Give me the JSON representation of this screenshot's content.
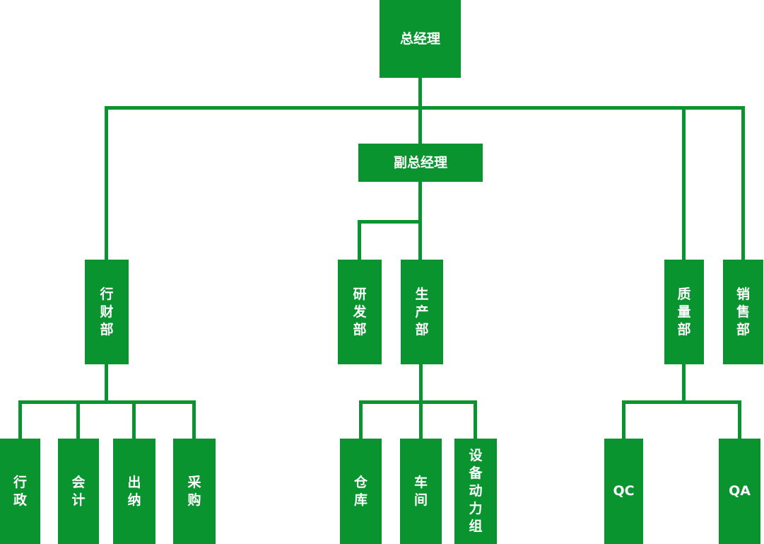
{
  "diagram": {
    "type": "org-chart",
    "accent_color": "#0A9430",
    "text_color": "#FFFFFF",
    "hierarchy": {
      "label": "总经理",
      "children": [
        {
          "label": "行财部",
          "children": [
            {
              "label": "行政"
            },
            {
              "label": "会计"
            },
            {
              "label": "出纳"
            },
            {
              "label": "采购"
            }
          ]
        },
        {
          "label": "副总经理",
          "children": [
            {
              "label": "研发部"
            },
            {
              "label": "生产部",
              "children": [
                {
                  "label": "仓库"
                },
                {
                  "label": "车间"
                },
                {
                  "label": "设备动力组"
                }
              ]
            }
          ]
        },
        {
          "label": "质量部",
          "children": [
            {
              "label": "QC"
            },
            {
              "label": "QA"
            }
          ]
        },
        {
          "label": "销售部"
        }
      ]
    }
  },
  "nodes": {
    "general_manager": "总经理",
    "deputy_general_manager": "副总经理",
    "admin_finance_dept": "行财部",
    "rd_dept": "研发部",
    "production_dept": "生产部",
    "quality_dept": "质量部",
    "sales_dept": "销售部",
    "admin": "行政",
    "accounting": "会计",
    "cashier": "出纳",
    "purchasing": "采购",
    "warehouse": "仓库",
    "workshop": "车间",
    "equipment_power_group": "设备动力组",
    "qc": "QC",
    "qa": "QA"
  }
}
